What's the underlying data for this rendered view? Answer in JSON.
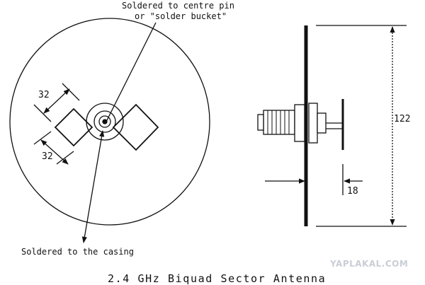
{
  "labels": {
    "centre_pin_line1": "Soldered to centre pin",
    "centre_pin_line2": "or \"solder bucket\"",
    "casing": "Soldered to the casing",
    "title": "2.4 GHz Biquad Sector Antenna"
  },
  "dimensions": {
    "square_upper": "32",
    "square_lower": "32",
    "reflector_height": "122",
    "element_spacing": "18"
  },
  "watermark": "YAPLAKAL.COM",
  "colors": {
    "ink": "#111111",
    "watermark": "#c9ced6"
  }
}
